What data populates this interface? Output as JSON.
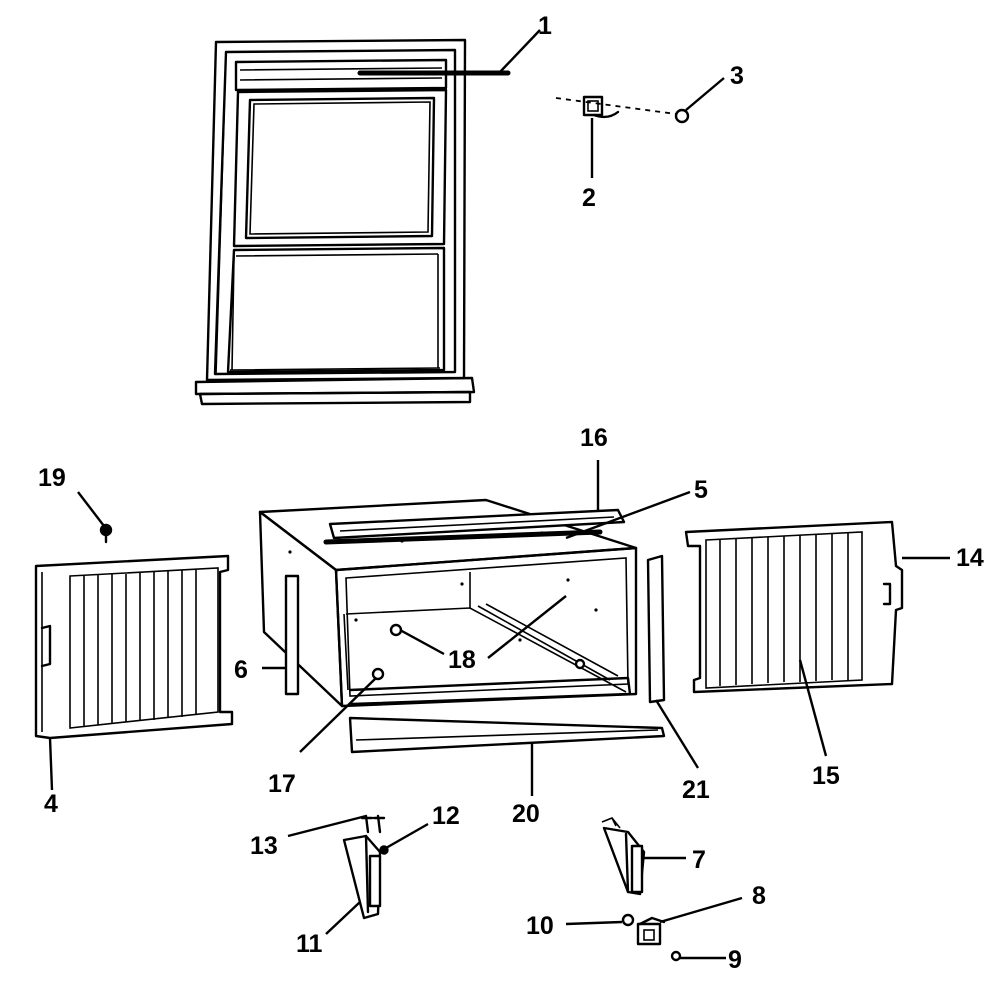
{
  "diagram": {
    "callouts": {
      "c1": "1",
      "c2": "2",
      "c3": "3",
      "c4": "4",
      "c5": "5",
      "c6": "6",
      "c7": "7",
      "c8": "8",
      "c9": "9",
      "c10": "10",
      "c11": "11",
      "c12": "12",
      "c13": "13",
      "c14": "14",
      "c15": "15",
      "c16": "16",
      "c17": "17",
      "c18": "18",
      "c19": "19",
      "c20": "20",
      "c21": "21"
    }
  }
}
